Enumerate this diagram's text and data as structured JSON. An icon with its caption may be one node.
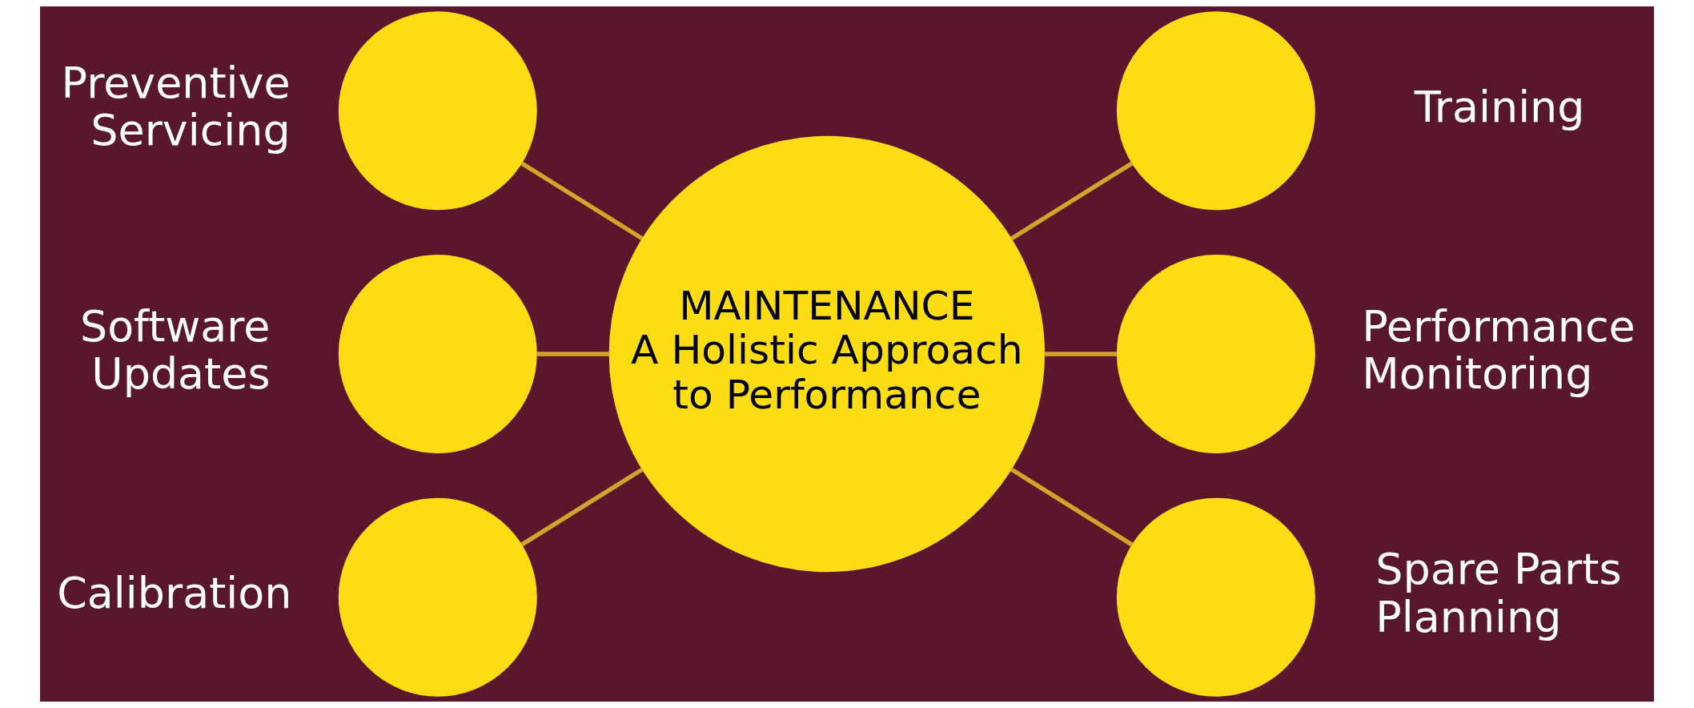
{
  "diagram": {
    "nodes": [
      {
        "text": [
          "MAINTENANCE",
          "A Holistic Approach to Performance"
        ]
      },
      {
        "text": [],
        "shape": "circle",
        "beside": [
          "Preventive Servicing"
        ]
      },
      {
        "text": [],
        "shape": "circle",
        "beside": [
          "Software Updates"
        ]
      },
      {
        "text": [],
        "shape": "circle",
        "beside": [
          "Calibration"
        ]
      },
      {
        "text": [],
        "shape": "circle",
        "beside": [
          "Training"
        ]
      },
      {
        "text": [],
        "shape": "circle",
        "beside": [
          "Performance Monitoring"
        ]
      },
      {
        "text": [],
        "shape": "circle",
        "beside": [
          "Spare Parts Planning"
        ]
      }
    ],
    "edges": [
      {
        "from": 1,
        "to": 0,
        "arrow": "none"
      },
      {
        "from": 2,
        "to": 0,
        "arrow": "none"
      },
      {
        "from": 3,
        "to": 0,
        "arrow": "none"
      },
      {
        "from": 0,
        "to": 4,
        "arrow": "none"
      },
      {
        "from": 0,
        "to": 5,
        "arrow": "none"
      },
      {
        "from": 0,
        "to": 6,
        "arrow": "none"
      }
    ]
  }
}
